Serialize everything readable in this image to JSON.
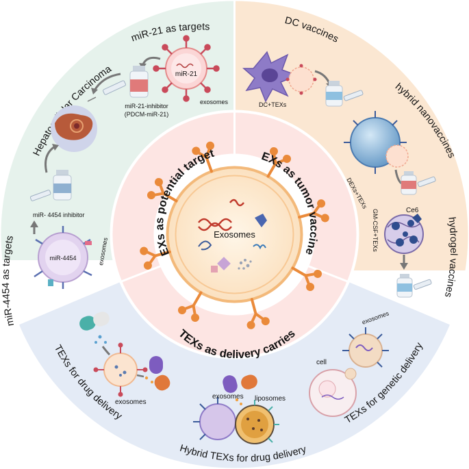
{
  "colors": {
    "top_left_sector": "#e6f2ec",
    "top_right_sector": "#fbe7d2",
    "bottom_sector": "#e4ebf6",
    "inner_ring": "#fde5e3",
    "core_fill": "#fdf1e2",
    "exosome_orange": "#ea8a3a",
    "accent_red": "#d9475a",
    "accent_blue": "#3a5a9a",
    "accent_purple": "#7d5cbf"
  },
  "sectors": {
    "potential_targets": {
      "title": "TEXs as potential targets",
      "mir21_arc": "miR-21 as  targets",
      "hcc_arc": "Hepatocellular Carcinoma",
      "mir4454_arc": "miR-4454 as  targets",
      "mir21_label": "miR-21",
      "exosomes_label": "exosomes",
      "mir21_inhibitor": "miR-21-inhibitor",
      "mir21_inhibitor_sub": "(PDCM-miR-21)",
      "mir4454_inhibitor": "miR- 4454 inhibitor",
      "mir4454_label": "miR-4454",
      "exosomes_label_2": "exosomes"
    },
    "tumor_vaccines": {
      "title": "TEXs as tumor vaccines",
      "dc_arc": "DC vaccines",
      "hybrid_arc": "hybrid nanovaccines",
      "hydrogel_arc": "hydrogel vaccines",
      "dc_texs": "DC+TEXs",
      "dexs_texs": "DEXs+TEXs",
      "ce6": "Ce6",
      "gmcsf_texs": "GM-CSF+TEXs"
    },
    "delivery_carriers": {
      "title": "TEXs as delivery carries",
      "drug_arc": "TEXs for drug delivery",
      "hybrid_arc": "Hybrid TEXs for drug delivery",
      "genetic_arc": "TEXs for genetic delivery",
      "exosomes_label_1": "exosomes",
      "exosomes_label_2": "exosomes",
      "liposomes_label": "liposomes",
      "exosomes_label_3": "exosomes",
      "cell_label": "cell"
    }
  },
  "center": {
    "label": "Exosomes"
  }
}
